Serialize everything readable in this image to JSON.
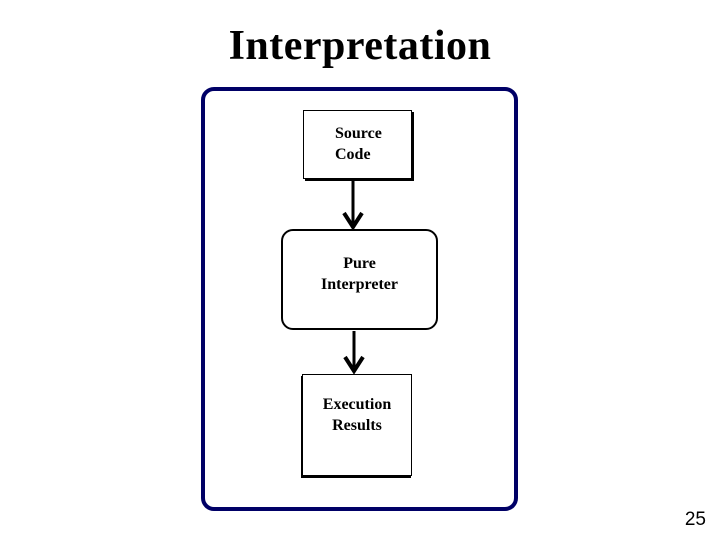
{
  "slide": {
    "title": "Interpretation",
    "page_number": "25",
    "colors": {
      "background": "#ffffff",
      "frame_border": "#000066",
      "shape_border": "#000000",
      "text": "#000000"
    }
  },
  "diagram": {
    "type": "flow",
    "direction": "top-down",
    "nodes": [
      {
        "id": "source-code",
        "shape": "rectangle",
        "lines": [
          "Source",
          "Code"
        ]
      },
      {
        "id": "pure-interpreter",
        "shape": "rounded-rectangle",
        "lines": [
          "Pure",
          "Interpreter"
        ]
      },
      {
        "id": "execution-results",
        "shape": "rectangle",
        "lines": [
          "Execution",
          "Results"
        ]
      }
    ],
    "edges": [
      {
        "from": "source-code",
        "to": "pure-interpreter",
        "style": "arrow-down"
      },
      {
        "from": "pure-interpreter",
        "to": "execution-results",
        "style": "arrow-down"
      }
    ]
  }
}
